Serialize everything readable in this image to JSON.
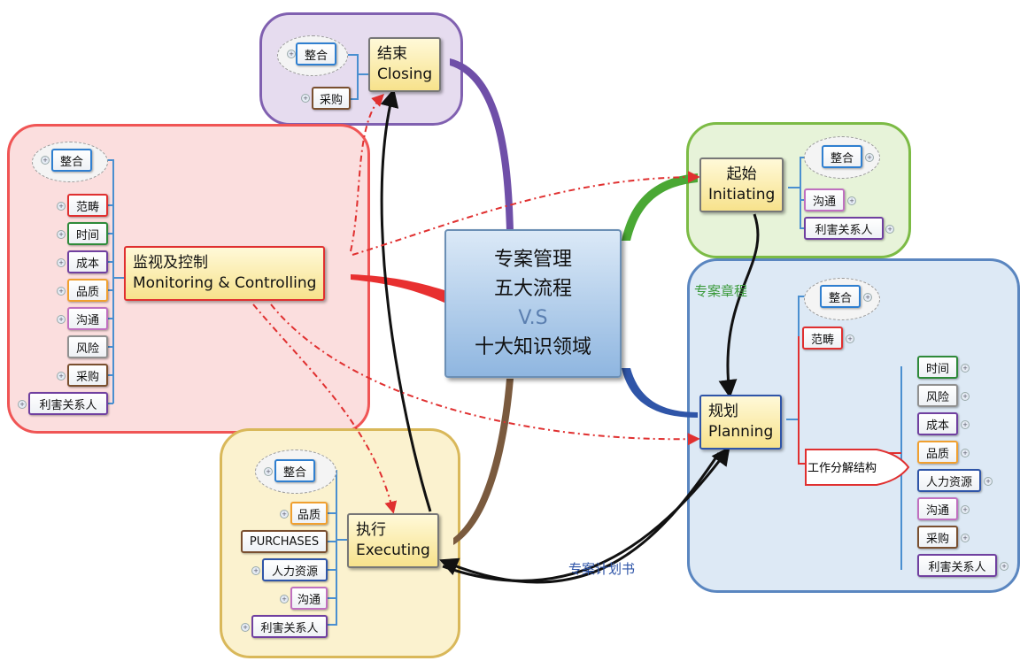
{
  "center": {
    "line1": "专案管理",
    "line2": "五大流程",
    "line3": "V.S",
    "line4": "十大知识领域"
  },
  "closing": {
    "zh": "结束",
    "en": "Closing",
    "items": [
      "整合",
      "采购"
    ]
  },
  "initiating": {
    "zh": "起始",
    "en": "Initiating",
    "items": [
      "整合",
      "沟通",
      "利害关系人"
    ]
  },
  "monitoring": {
    "zh": "监视及控制",
    "en": "Monitoring & Controlling",
    "items": [
      "整合",
      "范畴",
      "时间",
      "成本",
      "品质",
      "沟通",
      "风险",
      "采购",
      "利害关系人"
    ]
  },
  "planning": {
    "zh": "规划",
    "en": "Planning",
    "items": [
      "整合",
      "范畴"
    ],
    "wbs": "工作分解结构",
    "wbs_items": [
      "时间",
      "风险",
      "成本",
      "品质",
      "人力资源",
      "沟通",
      "采购",
      "利害关系人"
    ]
  },
  "executing": {
    "zh": "执行",
    "en": "Executing",
    "items": [
      "整合",
      "品质",
      "PURCHASES",
      "人力资源",
      "沟通",
      "利害关系人"
    ]
  },
  "labels": {
    "charter": "专案章程",
    "plan": "专案计划书"
  },
  "colors": {
    "closing_bg": "#e6dcef",
    "closing_border": "#8060b0",
    "initiating_bg": "#e7f3d9",
    "initiating_border": "#7cbb45",
    "monitoring_bg": "#fbdede",
    "monitoring_border": "#f05555",
    "planning_bg": "#dde9f5",
    "planning_border": "#5a86c0",
    "executing_bg": "#fbf2cf",
    "executing_border": "#d9b85a"
  }
}
